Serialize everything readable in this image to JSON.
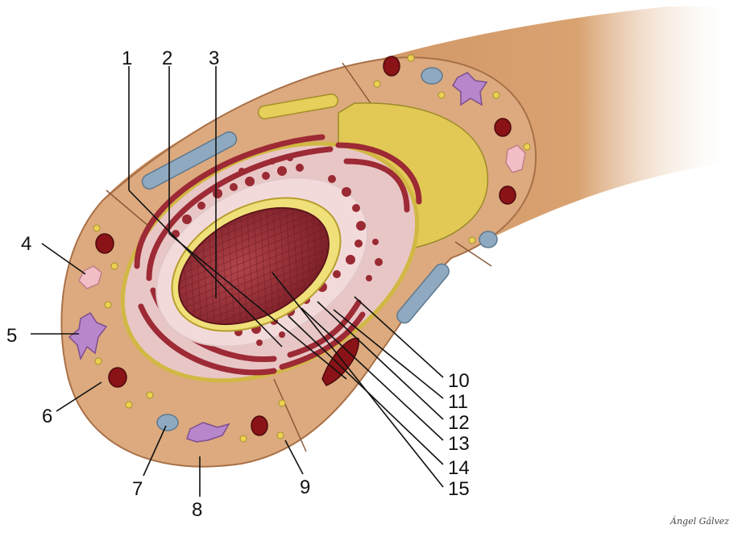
{
  "diagram": {
    "labels": [
      "1",
      "2",
      "3",
      "4",
      "5",
      "6",
      "7",
      "8",
      "9",
      "10",
      "11",
      "12",
      "13",
      "14",
      "15"
    ],
    "signature": "Ángel Gálvez",
    "colors": {
      "tissue": "#d9a67a",
      "tissue_edge": "#b07a52",
      "nerve_body": "#c98a5a",
      "fiber_yellow": "#d8c248",
      "fiber_yellow_light": "#f1e48a",
      "muscle_red": "#a8323c",
      "muscle_dark": "#7a1e27",
      "mucosa_pink": "#f2d3d3",
      "vessel_red": "#8c1418",
      "lymph_blue": "#8aa8c0",
      "cell_purple": "#b57ac8",
      "cell_pink": "#f2bcc4",
      "fat_yellow": "#e8cc4a",
      "leader": "#111111"
    }
  }
}
